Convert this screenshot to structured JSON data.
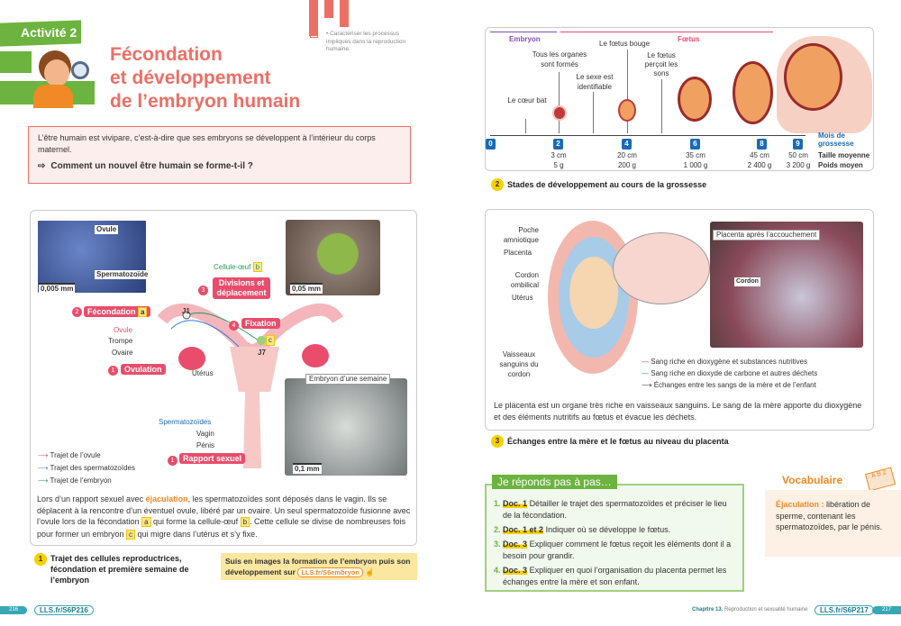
{
  "left": {
    "activity": "Activité 2",
    "title": [
      "Fécondation",
      "et développement",
      "de l’embryon humain"
    ],
    "objective": "• Caractériser les processus impliqués dans la reproduction humaine.",
    "intro": "L’être humain est vivipare, c’est-à-dire que ses embryons se développent à l’intérieur du corps maternel.",
    "question": "Comment un nouvel être humain se forme-t-il ?",
    "doc1": {
      "photo_labels": {
        "ovule": "Ovule",
        "spermatozoide": "Spermatozoïde",
        "scale1": "0,005 mm",
        "scale2": "0,05 mm",
        "embryo_title": "Embryon d’une semaine",
        "scale3": "0,1 mm"
      },
      "labels": {
        "cellule_oeuf": "Cellule-œuf",
        "b": "b",
        "divisions": "Divisions et déplacement",
        "n3": "3",
        "j1": "J1",
        "fecondation": "Fécondation",
        "a": "a",
        "n2": "2",
        "fixation": "Fixation",
        "n4": "4",
        "c": "c",
        "j7": "J7",
        "ovule": "Ovule",
        "trompe": "Trompe",
        "ovaire": "Ovaire",
        "ovulation": "Ovulation",
        "n1": "1",
        "uterus": "Utérus",
        "spermatozoides": "Spermatozoïdes",
        "vagin": "Vagin",
        "penis": "Pénis",
        "rapport": "Rapport sexuel"
      },
      "legend": [
        "Trajet de l’ovule",
        "Trajet des spermatozoïdes",
        "Trajet de l’embryon"
      ],
      "text": {
        "p1a": "Lors d’un rapport sexuel avec ",
        "term": "éjaculation",
        "p1b": ", les spermatozoïdes sont déposés dans le vagin. Ils se déplacent à la rencontre d’un éventuel ovule, libéré par un ovaire. Un seul spermatozoïde fusionne avec l’ovule lors de la fécondation ",
        "a": "a",
        "p2": " qui forme la cellule-œuf ",
        "b": "b",
        "p3": ". Cette cellule se divise de nombreuses fois pour former un embryon ",
        "c": "c",
        "p4": " qui migre dans l’utérus et s’y fixe."
      },
      "num": "1",
      "caption": "Trajet des cellules reproductrices, fécondation et première semaine de l’embryon",
      "link_text": "Suis en images la formation de l’embryon puis son développement sur ",
      "link": "LLS.fr/S6embryon"
    },
    "page": "216",
    "footer_link": "LLS.fr/S6P216"
  },
  "right": {
    "doc2": {
      "embryon": "Embryon",
      "foetus": "Fœtus",
      "events": [
        "Le cœur bat",
        "Tous les organes sont formés",
        "Le sexe est identifiable",
        "Le fœtus bouge",
        "Le fœtus perçoit les sons"
      ],
      "months": [
        "0",
        "2",
        "4",
        "6",
        "8",
        "9"
      ],
      "sizes": [
        "",
        "3 cm",
        "20 cm",
        "35 cm",
        "45 cm",
        "50 cm"
      ],
      "weights": [
        "",
        "5 g",
        "200 g",
        "1 000 g",
        "2 400 g",
        "3 200 g"
      ],
      "axis_label": "Mois de grossesse",
      "size_label": "Taille moyenne",
      "weight_label": "Poids moyen",
      "num": "2",
      "caption": "Stades de développement au cours de la grossesse"
    },
    "doc3": {
      "labels": [
        "Poche amniotique",
        "Placenta",
        "Cordon ombilical",
        "Utérus",
        "Vaisseaux sanguins du cordon"
      ],
      "photo_title": "Placenta après l’accouchement",
      "cordon": "Cordon",
      "legend": [
        "Sang riche en dioxygène et substances nutritives",
        "Sang riche en dioxyde de carbone et autres déchets",
        "Échanges entre les sangs de la mère et de l’enfant"
      ],
      "text": "Le placenta est un organe très riche en vaisseaux sanguins. Le sang de la mère apporte du dioxygène et des éléments nutritifs au fœtus et évacue les déchets.",
      "num": "3",
      "caption": "Échanges entre la mère et le fœtus au niveau du placenta"
    },
    "questions": {
      "title": "Je réponds pas à pas…",
      "items": [
        {
          "n": "1.",
          "doc": "Doc. 1",
          "text": "Détailler le trajet des spermatozoïdes et préciser le lieu de la fécondation."
        },
        {
          "n": "2.",
          "doc": "Doc. 1 et 2",
          "text": "Indiquer où se développe le fœtus."
        },
        {
          "n": "3.",
          "doc": "Doc. 3",
          "text": "Expliquer comment le fœtus reçoit les éléments dont il a besoin pour grandir."
        },
        {
          "n": "4.",
          "doc": "Doc. 3",
          "text": "Expliquer en quoi l’organisation du placenta permet les échanges entre la mère et son enfant."
        }
      ]
    },
    "vocab": {
      "title": "Vocabulaire",
      "term": "Éjaculation :",
      "def": " libération de sperme, contenant les spermatozoïdes, par le pénis."
    },
    "footer": {
      "chapter": "Chapitre 13.",
      "chapter_title": " Reproduction et sexualité humaine",
      "link": "LLS.fr/S6P217",
      "page": "217"
    }
  },
  "colors": {
    "accent": "#ec6f66",
    "green": "#6cb33f",
    "pink": "#e94d6b",
    "blue": "#1a6bb5",
    "yellow": "#f8d000"
  }
}
